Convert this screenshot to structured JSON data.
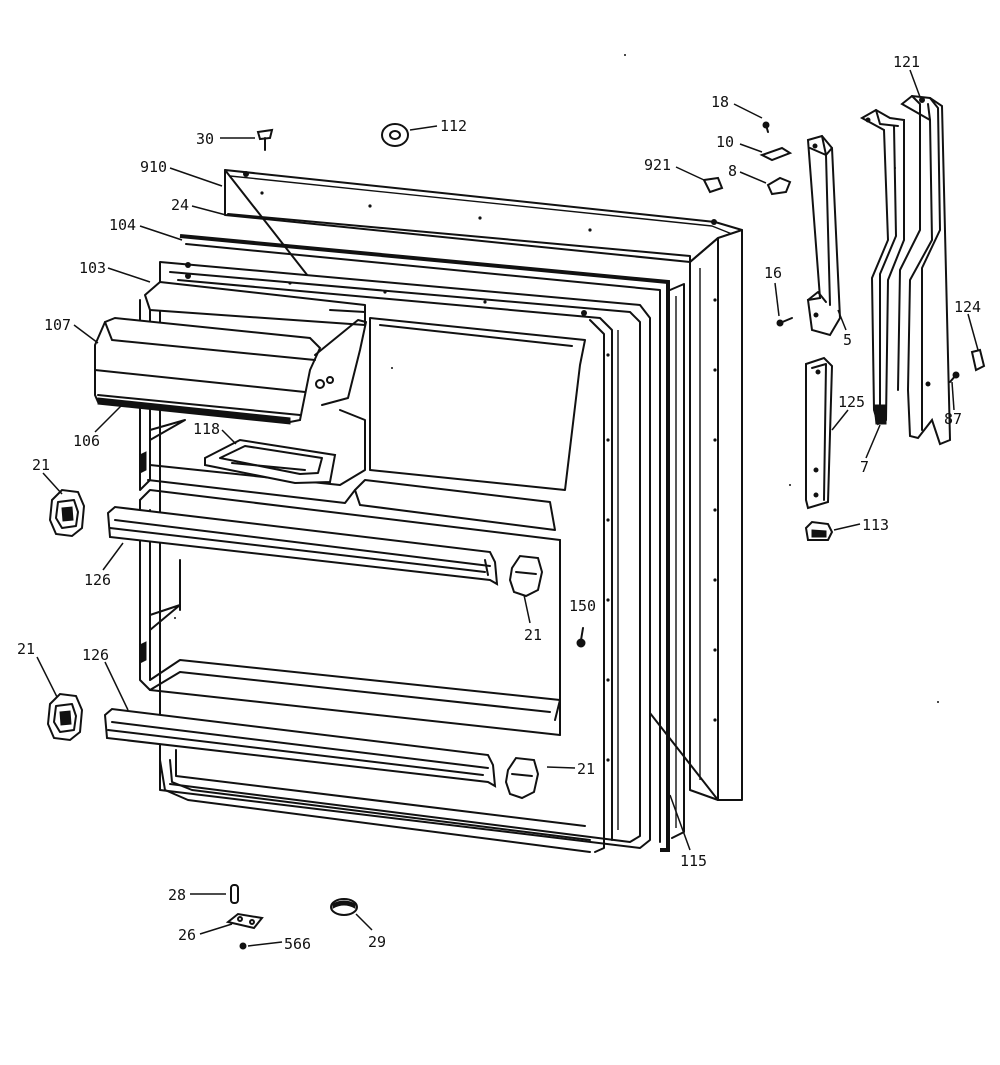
{
  "labels": {
    "l30": "30",
    "l112": "112",
    "l910": "910",
    "l24": "24",
    "l104": "104",
    "l103": "103",
    "l107": "107",
    "l106": "106",
    "l118": "118",
    "l21a": "21",
    "l126a": "126",
    "l21b": "21",
    "l150": "150",
    "l21c": "21",
    "l126b": "126",
    "l21d": "21",
    "l115": "115",
    "l28": "28",
    "l26": "26",
    "l566": "566",
    "l29": "29",
    "l18": "18",
    "l10": "10",
    "l8": "8",
    "l921": "921",
    "l16": "16",
    "l5": "5",
    "l121": "121",
    "l124": "124",
    "l87": "87",
    "l125": "125",
    "l7": "7",
    "l113": "113"
  }
}
